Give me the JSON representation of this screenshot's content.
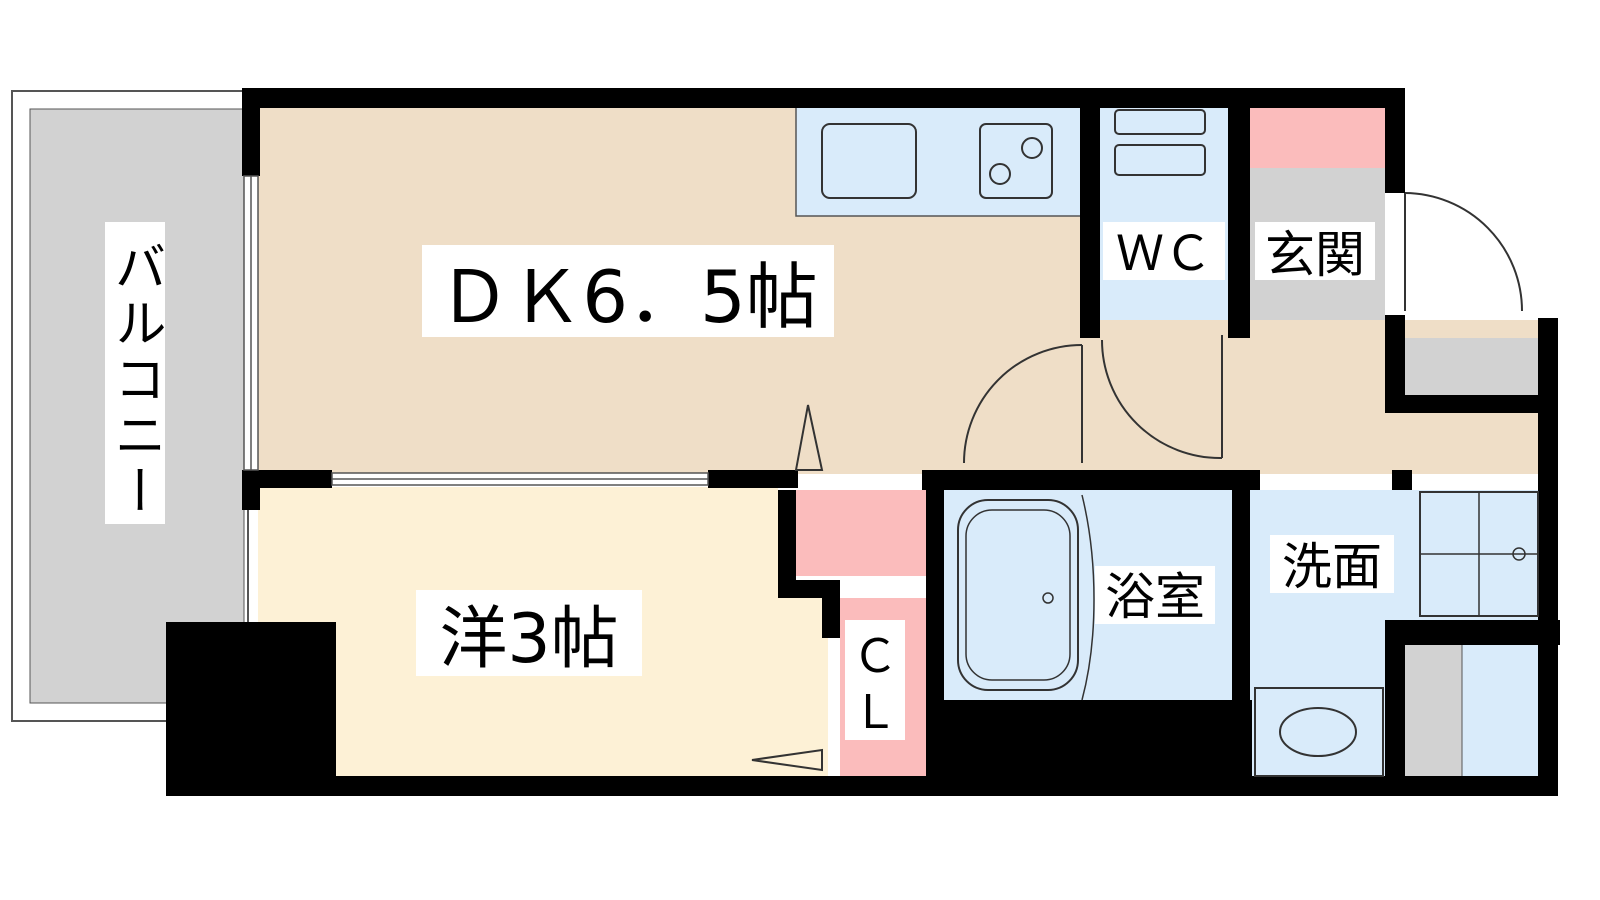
{
  "floorplan": {
    "rooms": {
      "balcony": "バルコニー",
      "dk": "ＤＫ6．5帖",
      "western": "洋3帖",
      "closet_c": "Ｃ",
      "closet_l": "Ｌ",
      "wc": "ＷＣ",
      "entrance": "玄関",
      "bath": "浴室",
      "washroom": "洗面"
    },
    "colors": {
      "wall": "#000000",
      "dk_floor": "#efdec7",
      "western_floor": "#fdf1d6",
      "wet_area": "#d9ebfa",
      "storage_pink": "#fbbcbc",
      "entrance_gray": "#d2d2d2",
      "balcony_gray": "#d2d2d2"
    }
  }
}
